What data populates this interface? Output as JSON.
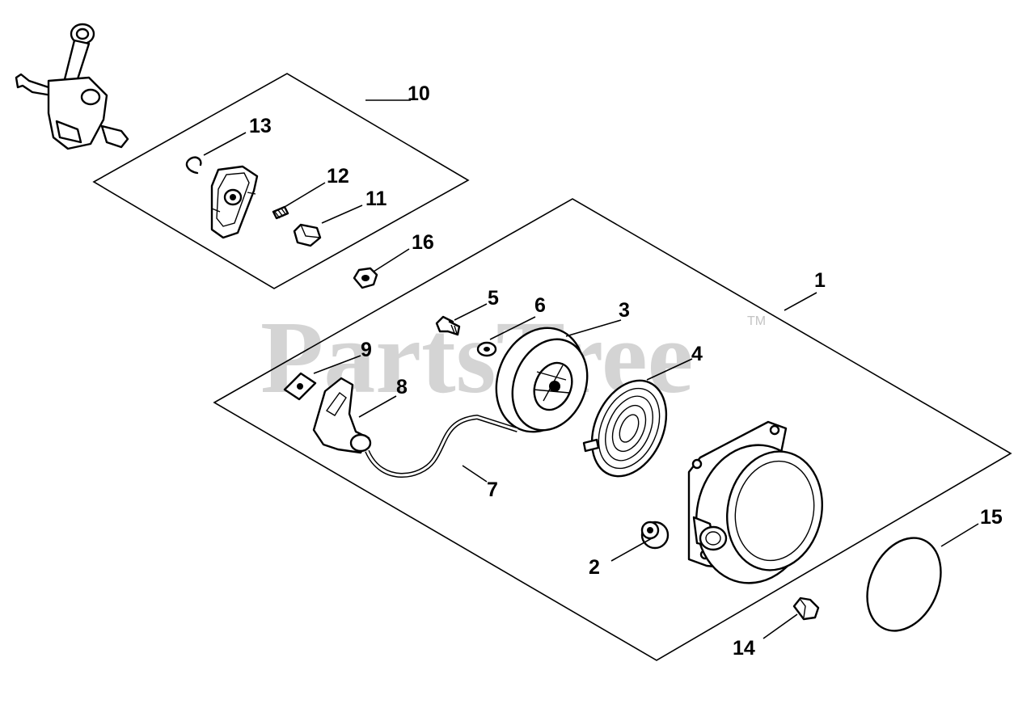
{
  "watermark": {
    "text": "PartsTree",
    "trademark": "TM"
  },
  "callouts": {
    "c1": "1",
    "c2": "2",
    "c3": "3",
    "c4": "4",
    "c5": "5",
    "c6": "6",
    "c7": "7",
    "c8": "8",
    "c9": "9",
    "c10": "10",
    "c11": "11",
    "c12": "12",
    "c13": "13",
    "c14": "14",
    "c15": "15",
    "c16": "16"
  }
}
